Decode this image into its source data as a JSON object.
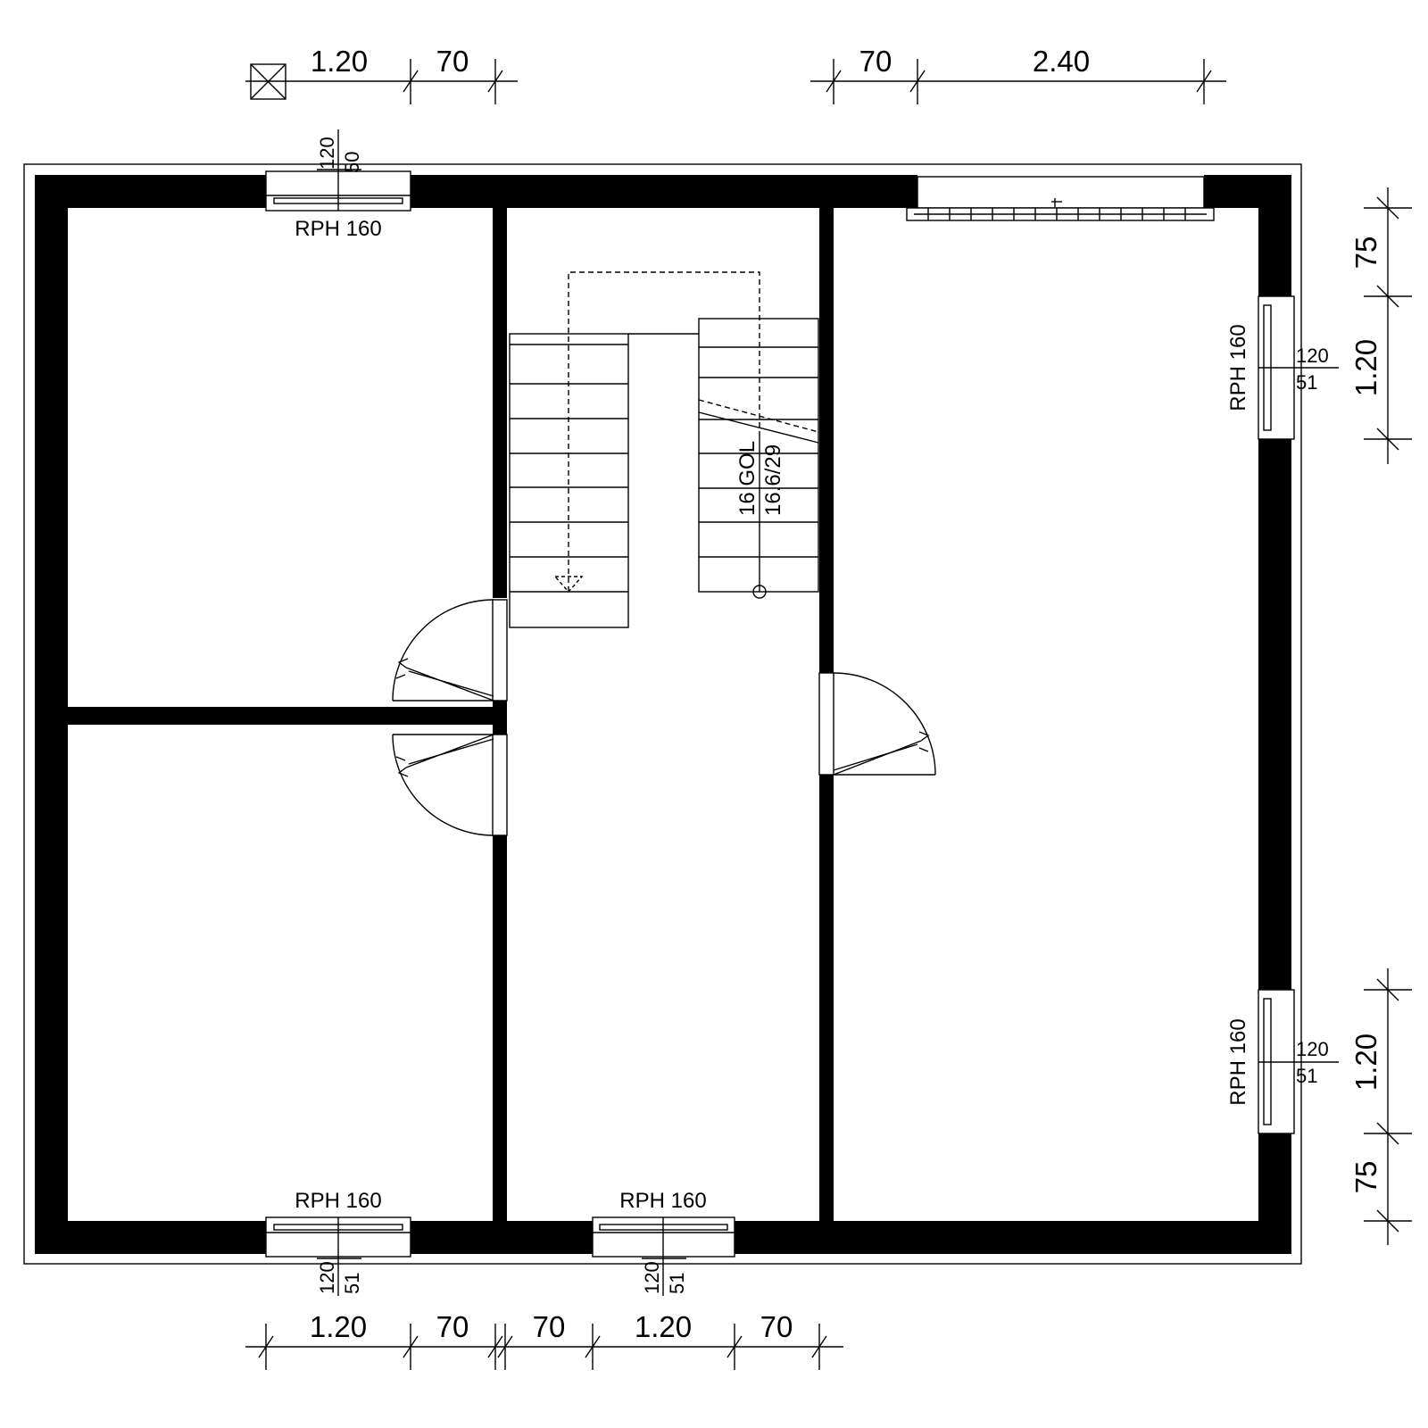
{
  "dimensions": {
    "top_left_a": "1.20",
    "top_left_b": "70",
    "top_right_a": "70",
    "top_right_b": "2.40",
    "right_top": "75",
    "right_upper_win": "1.20",
    "right_lower_win": "1.20",
    "right_bottom": "75",
    "bottom_a": "1.20",
    "bottom_b": "70",
    "bottom_c": "70",
    "bottom_d": "1.20",
    "bottom_e": "70"
  },
  "windows": {
    "top_left": {
      "label": "RPH 160",
      "height": "120",
      "sill": "50"
    },
    "right_upper": {
      "label": "RPH 160",
      "height": "120",
      "sill": "51"
    },
    "right_lower": {
      "label": "RPH 160",
      "height": "120",
      "sill": "51"
    },
    "bottom_left": {
      "label": "RPH 160",
      "height": "120",
      "sill": "51"
    },
    "bottom_middle": {
      "label": "RPH 160",
      "height": "120",
      "sill": "51"
    }
  },
  "stair": {
    "steps": "16 GOL",
    "ratio": "16.6/29"
  }
}
